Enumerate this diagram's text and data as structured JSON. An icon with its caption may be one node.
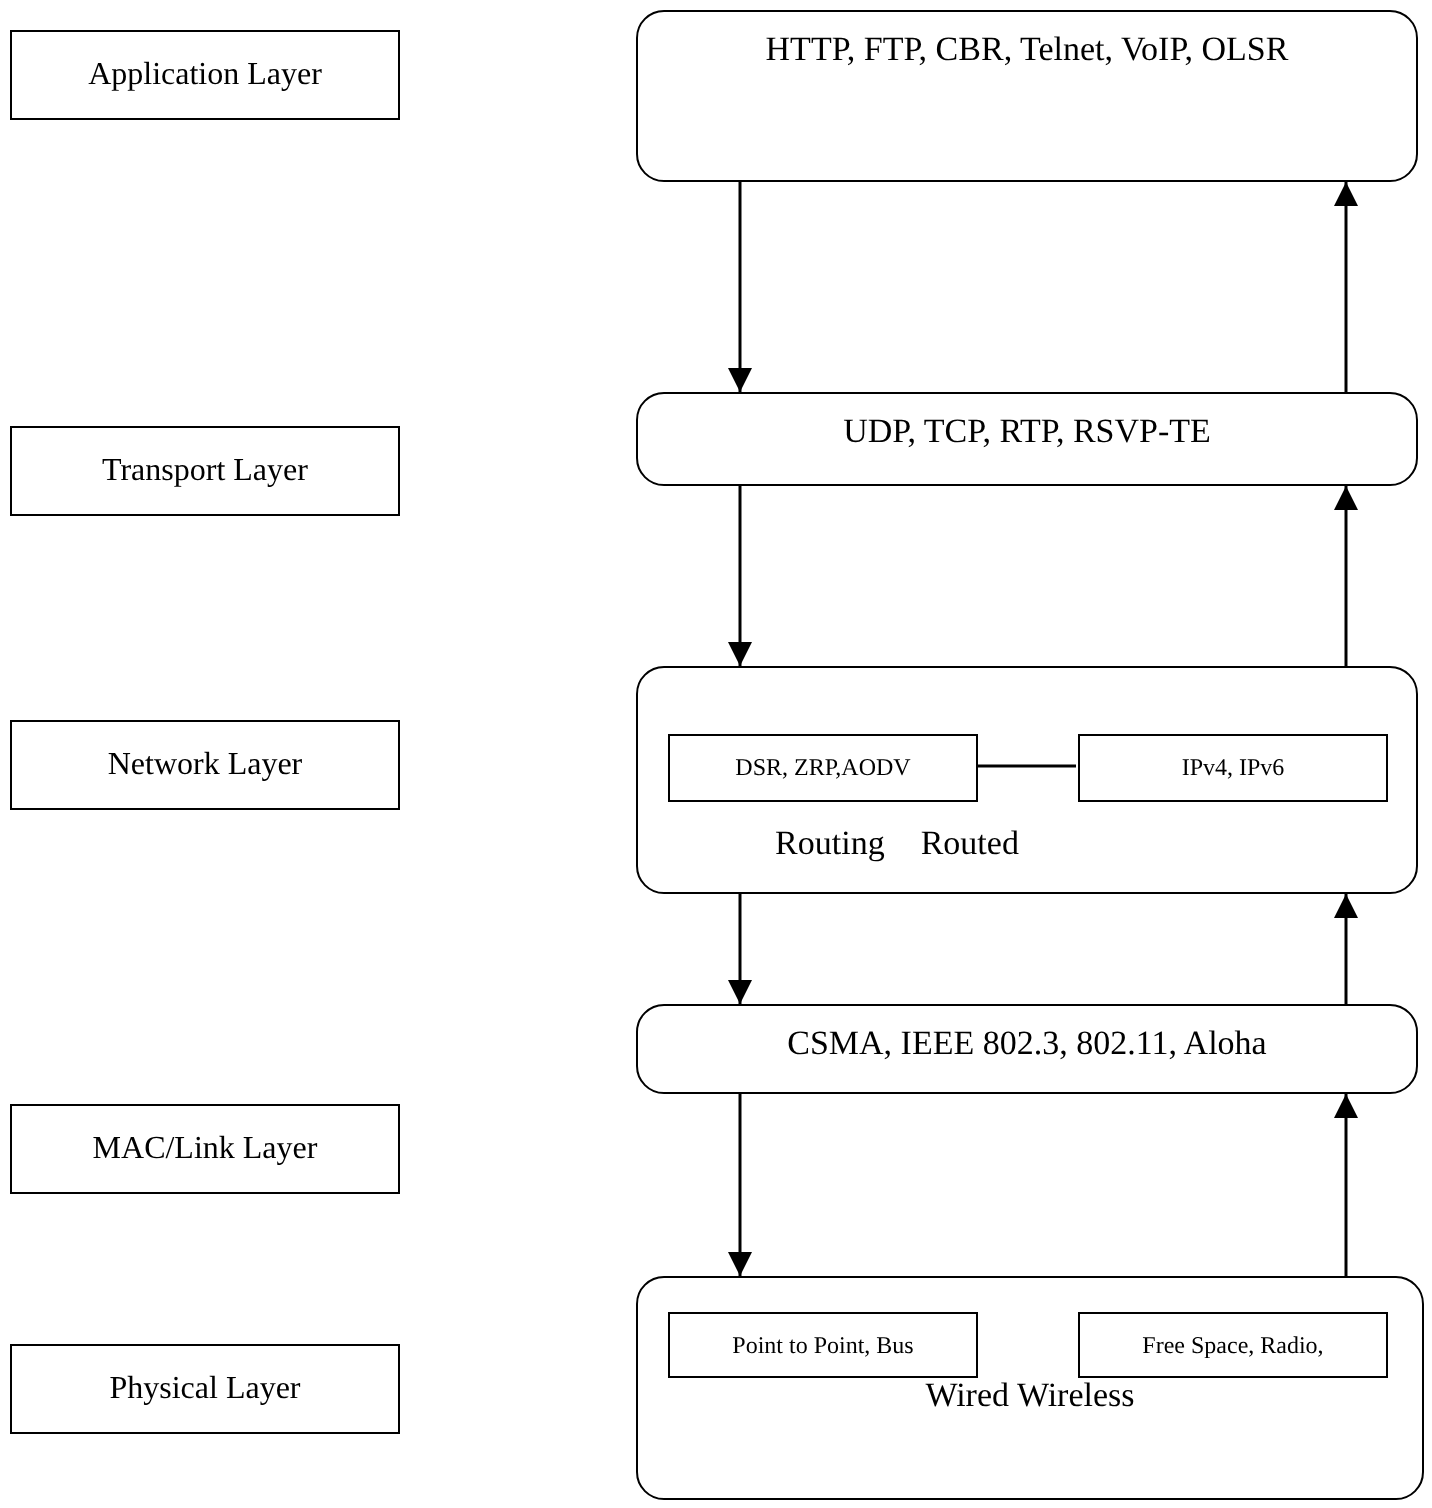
{
  "diagram": {
    "nodes": [
      {
        "text": [
          "Application Layer"
        ]
      },
      {
        "text": [
          "Transport Layer"
        ]
      },
      {
        "text": [
          "Network Layer"
        ]
      },
      {
        "text": [
          "MAC/Link Layer"
        ]
      },
      {
        "text": [
          "Physical Layer"
        ]
      },
      {
        "text": [
          "HTTP, FTP, CBR, Telnet, VoIP, OLSR"
        ]
      },
      {
        "text": [
          "UDP, TCP, RTP, RSVP-TE"
        ]
      },
      {
        "text": [
          "Routing",
          "Routed"
        ]
      },
      {
        "text": [
          "DSR, ZRP,AODV"
        ],
        "in": 7
      },
      {
        "text": [
          "IPv4, IPv6"
        ],
        "in": 7
      },
      {
        "text": [
          "CSMA, IEEE 802.3, 802.11, Aloha"
        ]
      },
      {
        "text": [
          "Wired Wireless"
        ]
      },
      {
        "text": [
          "Point to Point, Bus"
        ],
        "in": 11
      },
      {
        "text": [
          "Free Space, Radio,"
        ],
        "in": 11
      }
    ],
    "edges": [
      {
        "from": 5,
        "to": 6,
        "arrow": "to"
      },
      {
        "from": 6,
        "to": 5,
        "arrow": "to"
      },
      {
        "from": 6,
        "to": 7,
        "arrow": "to"
      },
      {
        "from": 7,
        "to": 6,
        "arrow": "to"
      },
      {
        "from": 8,
        "to": 9,
        "arrow": "none"
      },
      {
        "from": 7,
        "to": 10,
        "arrow": "to"
      },
      {
        "from": 10,
        "to": 7,
        "arrow": "to"
      },
      {
        "from": 10,
        "to": 11,
        "arrow": "to"
      },
      {
        "from": 11,
        "to": 10,
        "arrow": "to"
      }
    ]
  }
}
